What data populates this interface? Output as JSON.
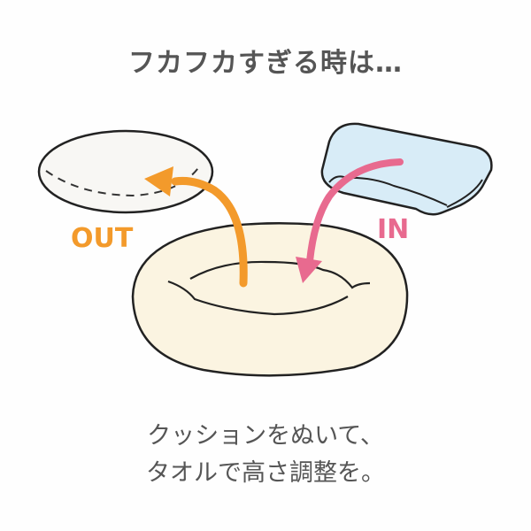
{
  "title": "フカフカすぎる時は…",
  "labels": {
    "out": "OUT",
    "in": "IN"
  },
  "caption": {
    "line1": "クッションをぬいて、",
    "line2": "タオルで高さ調整を。"
  },
  "illustration": {
    "elements": [
      "cushion-removed",
      "towel-added",
      "donut-bed",
      "out-arrow",
      "in-arrow"
    ]
  },
  "colors": {
    "text": "#555555",
    "out_arrow": "#f39a2b",
    "in_arrow": "#e86a8f",
    "bed_fill": "#fbf4e1",
    "cushion_fill": "#f8f7f4",
    "towel_fill": "#d8ecf7",
    "outline": "#222222"
  }
}
